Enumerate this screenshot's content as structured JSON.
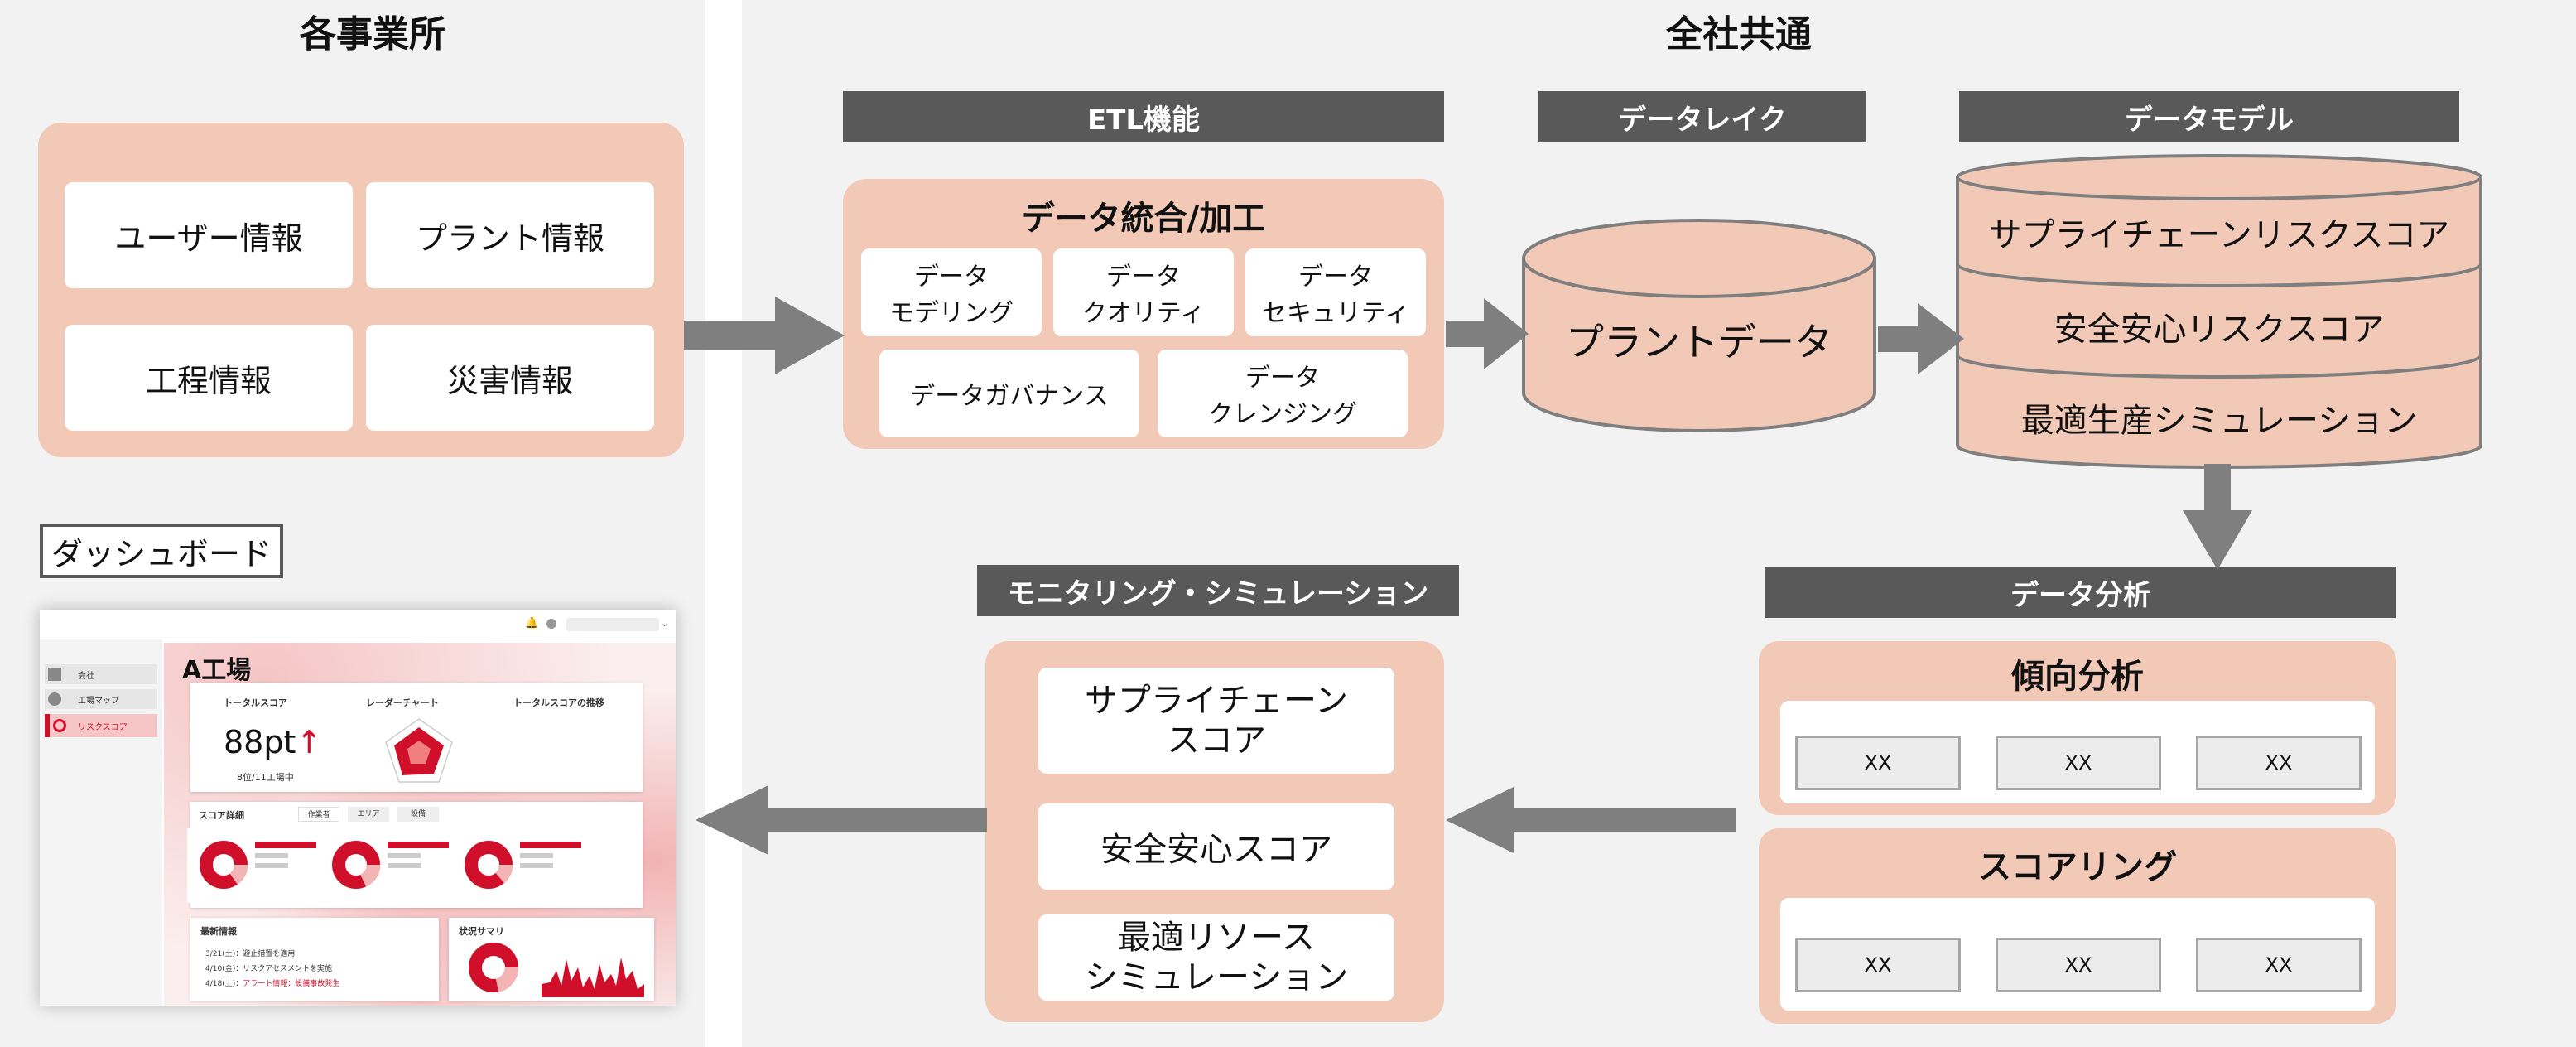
{
  "left_title": "各事業所",
  "right_title": "全社共通",
  "sources": [
    "ユーザー情報",
    "プラント情報",
    "工程情報",
    "災害情報"
  ],
  "etl": {
    "header": "ETL機能",
    "title": "データ統合/加工",
    "items": [
      "データ\nモデリング",
      "データ\nクオリティ",
      "データ\nセキュリティ",
      "データガバナンス",
      "データ\nクレンジング"
    ]
  },
  "lake": {
    "header": "データレイク",
    "label": "プラントデータ"
  },
  "model": {
    "header": "データモデル",
    "layers": [
      "サプライチェーンリスクスコア",
      "安全安心リスクスコア",
      "最適生産シミュレーション"
    ]
  },
  "analysis": {
    "header": "データ分析",
    "trend_title": "傾向分析",
    "trend_items": [
      "XX",
      "XX",
      "XX"
    ],
    "scoring_title": "スコアリング",
    "scoring_items": [
      "XX",
      "XX",
      "XX"
    ]
  },
  "monitoring": {
    "header": "モニタリング・シミュレーション",
    "items": [
      "サプライチェーン\nスコア",
      "安全安心スコア",
      "最適リソース\nシミュレーション"
    ]
  },
  "dashboard": {
    "label": "ダッシュボード",
    "factory": "A工場",
    "nav": [
      "会社",
      "工場マップ",
      "リスクスコア"
    ],
    "total_score_label": "トータルスコア",
    "score_value": "88pt",
    "score_arrow": "↑",
    "rank": "8位/11工場中",
    "radar_label": "レーダーチャート",
    "trend_label": "トータルスコアの推移",
    "score_detail_label": "スコア詳細",
    "tabs": [
      "作業者",
      "エリア",
      "設備"
    ],
    "news_title": "最新情報",
    "news": [
      "3/21(土)：避止措置を適用",
      "4/10(金)：リスクアセスメントを実施",
      "4/18(土)："
    ],
    "news_alert": "アラート情報：設備事故発生",
    "summary_title": "状況サマリ"
  },
  "colors": {
    "peach": "#f2c8b6",
    "header_gray": "#595959",
    "arrow_gray": "#7f7f7f",
    "accent_red": "#d0102a"
  }
}
